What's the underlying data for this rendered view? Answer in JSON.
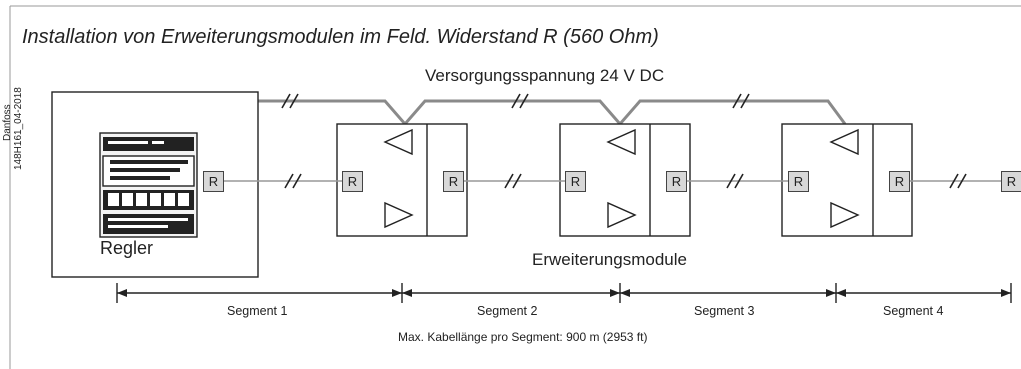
{
  "title": "Installation von Erweiterungsmodulen im Feld. Widerstand R (560 Ohm)",
  "side_text": {
    "line1": "Danfoss",
    "line2": "148H161_04-2018"
  },
  "supply_label": "Versorgungsspannung 24 V DC",
  "controller_label": "Regler",
  "modules_label": "Erweiterungsmodule",
  "resistor_label": "R",
  "segments": [
    "Segment 1",
    "Segment 2",
    "Segment 3",
    "Segment 4"
  ],
  "cable_note": "Max. Kabellänge pro Segment: 900 m (2953 ft)",
  "break_mark": "//",
  "colors": {
    "line": "#222222",
    "bus_line": "#999999",
    "supply_line": "#888888",
    "resistor_fill": "#d8d8d8"
  }
}
